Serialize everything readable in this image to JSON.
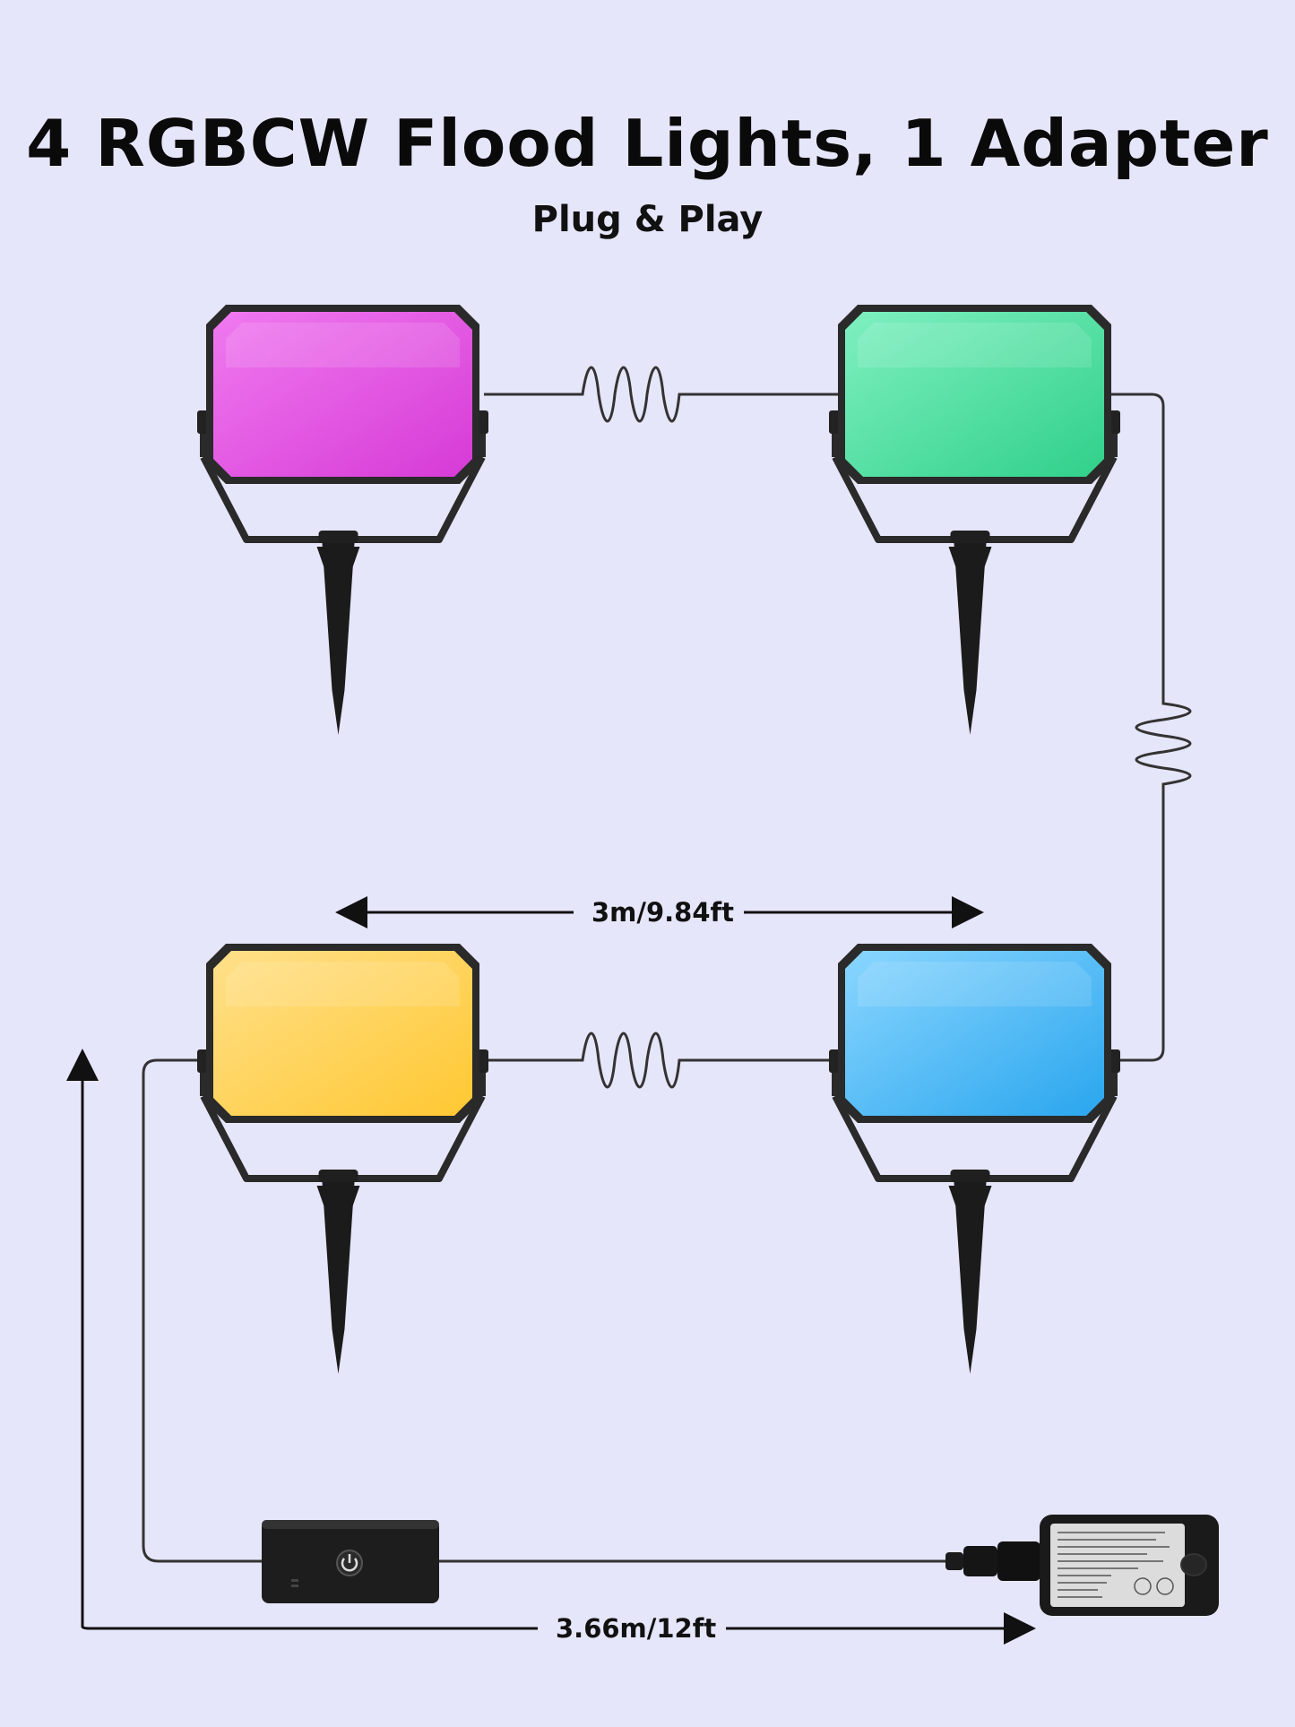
{
  "header": {
    "title": "4 RGBCW Flood Lights, 1 Adapter",
    "subtitle": "Plug & Play"
  },
  "dimensions": {
    "spacing": "3m/9.84ft",
    "lead_cable": "3.66m/12ft"
  },
  "lights": [
    {
      "position": "top-left",
      "color": "#e650e6"
    },
    {
      "position": "top-right",
      "color": "#52e0a0"
    },
    {
      "position": "bottom-left",
      "color": "#ffd050"
    },
    {
      "position": "bottom-right",
      "color": "#4fbff5"
    }
  ],
  "colors": {
    "background": "#e6e6fa",
    "housing": "#2a2a2a",
    "cable": "#333333"
  },
  "icons": {
    "controller_button": "power-icon"
  }
}
